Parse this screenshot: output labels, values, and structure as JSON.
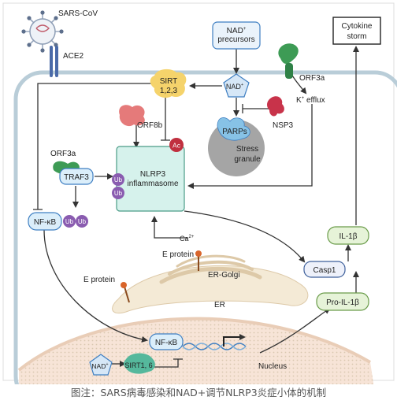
{
  "labels": {
    "sars_cov": "SARS-CoV",
    "ace2": "ACE2",
    "nad_precursors_line1": "NAD",
    "nad_precursors_sup": "+",
    "nad_precursors_line2": "precursors",
    "cytokine_line1": "Cytokine",
    "cytokine_line2": "storm",
    "orf3a_top": "ORF3a",
    "k_efflux": "K",
    "k_efflux_sup": "+",
    "k_efflux_rest": " efflux",
    "sirt123_line1": "SIRT",
    "sirt123_line2": "1,2,3",
    "nad_center": "NAD",
    "nad_center_sup": "+",
    "parps": "PARPs",
    "nsp3": "NSP3",
    "stress_line1": "Stress",
    "stress_line2": "granule",
    "orf8b": "ORF8b",
    "ac": "Ac",
    "orf3a_left": "ORF3a",
    "traf3": "TRAF3",
    "ub": "Ub",
    "nlrp3_line1": "NLRP3",
    "nlrp3_line2": "inflammasome",
    "nfkb": "NF-κB",
    "ca": "Ca",
    "ca_sup": "2+",
    "e_protein": "E protein",
    "er_golgi": "ER-Golgi",
    "er": "ER",
    "il1b": "IL-1β",
    "casp1": "Casp1",
    "pro_il1b": "Pro-IL-1β",
    "nucleus_nad": "NAD",
    "nucleus_nad_sup": "+",
    "sirt16": "SIRT1, 6",
    "nfkb_nucleus": "NF-κB",
    "nucleus": "Nucleus"
  },
  "caption": "图注：SARS病毒感染和NAD+调节NLRP3炎症小体的机制",
  "colors": {
    "membrane": "#b9cdd8",
    "nfkb_fill": "#dbeefa",
    "nfkb_stroke": "#3f7fc2",
    "nlrp3_fill": "#d6f2ec",
    "ub": "#8a5cb0",
    "ac": "#c0303f",
    "sirt_yellow": "#f5d36b",
    "sirt_teal": "#55b89c",
    "orf_green": "#3d9b55",
    "orf8b_pink": "#e57a7a",
    "nsp3_red": "#c8334a",
    "stress_gray": "#a5a5a5",
    "nucleus_fill": "#f7e4d7",
    "er_fill": "#f4ead6",
    "il_fill": "#e6f3d8",
    "il_stroke": "#6a9c4a",
    "casp_stroke": "#3d5f9b"
  }
}
